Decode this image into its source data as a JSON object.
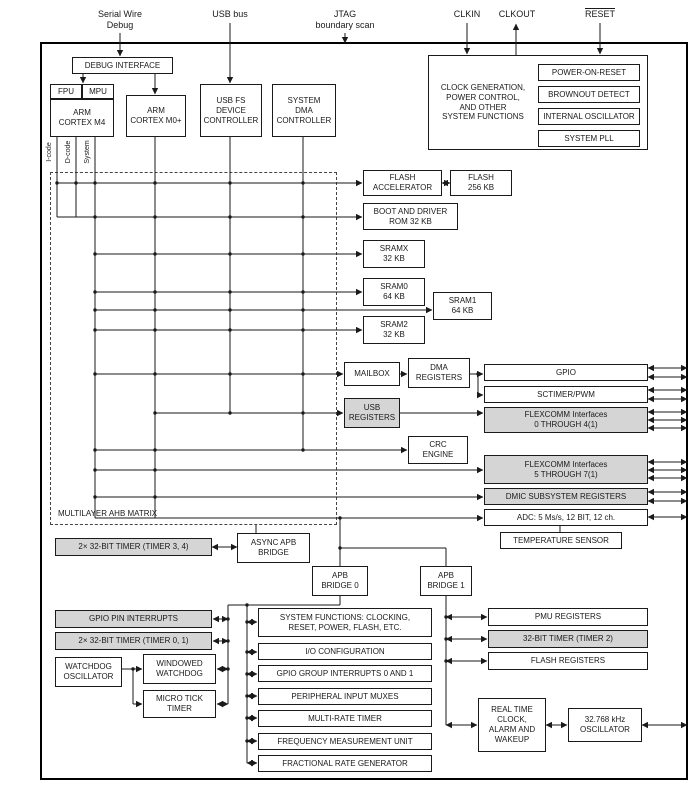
{
  "external": {
    "swd": "Serial Wire\nDebug",
    "usb_bus": "USB bus",
    "jtag": "JTAG\nboundary scan",
    "clkin": "CLKIN",
    "clkout": "CLKOUT",
    "reset": "RESET"
  },
  "buses": {
    "icode": "I-code",
    "dcode": "D-code",
    "system": "System"
  },
  "matrix_label": "MULTILAYER AHB MATRIX",
  "blocks": {
    "debug_interface": "DEBUG INTERFACE",
    "fpu": "FPU",
    "mpu": "MPU",
    "cortex_m4": "ARM\nCORTEX M4",
    "cortex_m0": "ARM\nCORTEX M0+",
    "usb_controller": "USB FS\nDEVICE\nCONTROLLER",
    "system_dma": "SYSTEM\nDMA\nCONTROLLER",
    "clock_gen": "CLOCK GENERATION,\nPOWER CONTROL,\nAND OTHER\nSYSTEM FUNCTIONS",
    "power_on_reset": "POWER-ON-RESET",
    "brownout": "BROWNOUT DETECT",
    "internal_osc": "INTERNAL OSCILLATOR",
    "system_pll": "SYSTEM PLL",
    "flash_accel": "FLASH\nACCELERATOR",
    "flash": "FLASH\n256 KB",
    "rom": "BOOT AND DRIVER\nROM 32 KB",
    "sramx": "SRAMX\n32 KB",
    "sram0": "SRAM0\n64 KB",
    "sram1": "SRAM1\n64 KB",
    "sram2": "SRAM2\n32 KB",
    "mailbox": "MAILBOX",
    "dma_registers": "DMA\nREGISTERS",
    "usb_registers": "USB\nREGISTERS",
    "crc": "CRC\nENGINE",
    "gpio": "GPIO",
    "sctimer": "SCTIMER/PWM",
    "flexcomm_0_4": "FLEXCOMM Interfaces\n0 THROUGH 4(1)",
    "flexcomm_5_7": "FLEXCOMM Interfaces\n5 THROUGH 7(1)",
    "dmic": "DMIC SUBSYSTEM REGISTERS",
    "adc": "ADC: 5 Ms/s, 12 BIT, 12 ch.",
    "temp_sensor": "TEMPERATURE SENSOR",
    "timer34": "2× 32-BIT TIMER (TIMER 3, 4)",
    "async_apb": "ASYNC APB\nBRIDGE",
    "apb0": "APB\nBRIDGE 0",
    "apb1": "APB\nBRIDGE 1",
    "gpio_pin_int": "GPIO PIN INTERRUPTS",
    "timer01": "2× 32-BIT TIMER (TIMER 0, 1)",
    "wdt_osc": "WATCHDOG\nOSCILLATOR",
    "windowed_wdt": "WINDOWED\nWATCHDOG",
    "micro_tick": "MICRO TICK\nTIMER",
    "sys_functions": "SYSTEM FUNCTIONS: CLOCKING,\nRESET, POWER, FLASH, ETC.",
    "io_config": "I/O CONFIGURATION",
    "gpio_group_int": "GPIO GROUP INTERRUPTS 0 AND 1",
    "input_muxes": "PERIPHERAL INPUT MUXES",
    "multirate_timer": "MULTI-RATE TIMER",
    "freq_measure": "FREQUENCY MEASUREMENT UNIT",
    "frac_rate_gen": "FRACTIONAL RATE GENERATOR",
    "pmu_registers": "PMU REGISTERS",
    "timer2": "32-BIT TIMER (TIMER 2)",
    "flash_registers": "FLASH REGISTERS",
    "rtc": "REAL TIME\nCLOCK,\nALARM AND\nWAKEUP",
    "osc_32k": "32.768 kHz\nOSCILLATOR"
  },
  "colors": {
    "block_gray": "#d5d5d5",
    "line": "#1a1a1a",
    "background": "#ffffff"
  }
}
